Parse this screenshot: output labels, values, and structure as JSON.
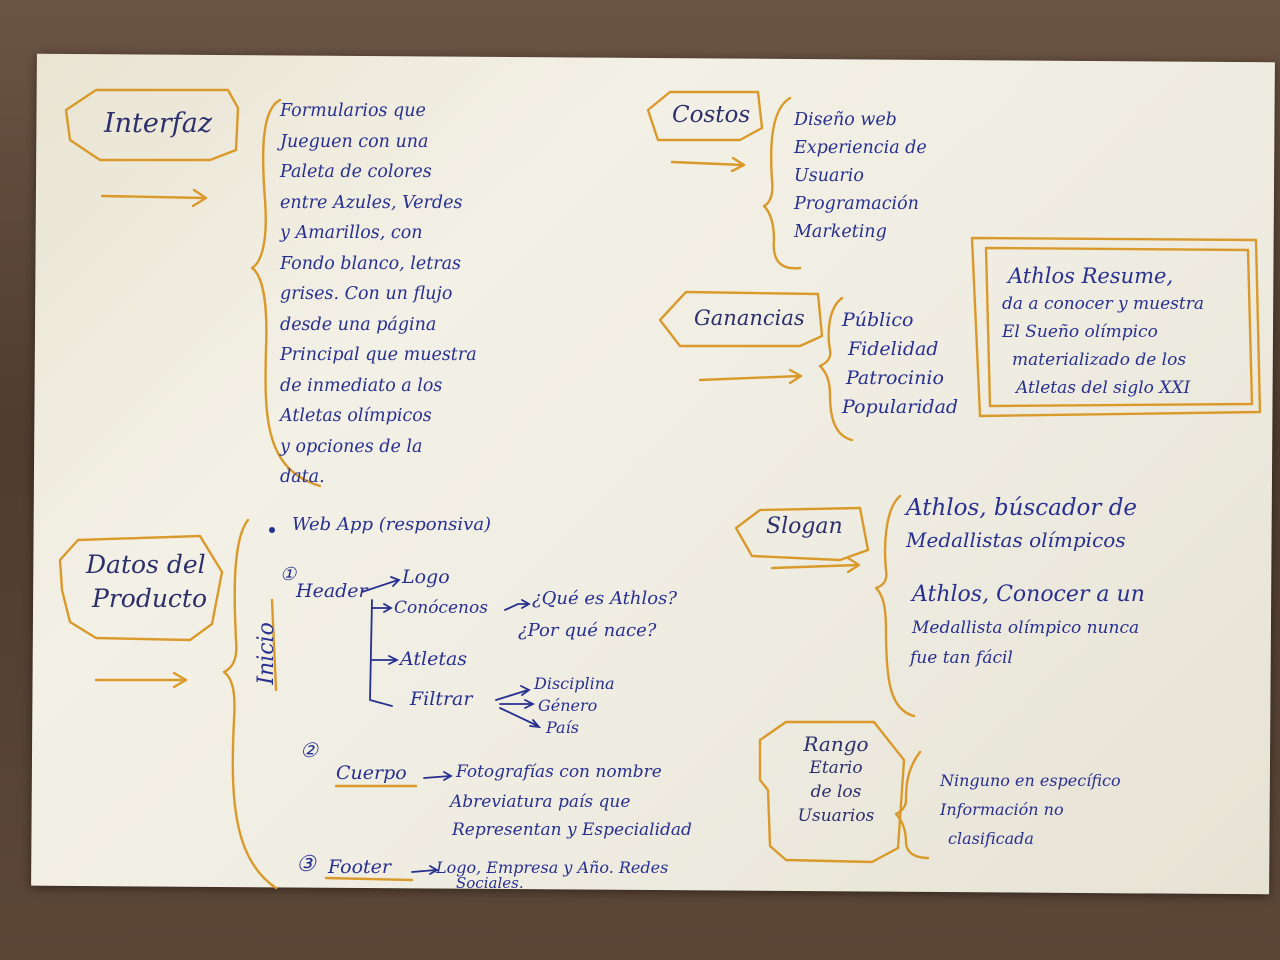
{
  "interfaz": {
    "title": "Interfaz",
    "lines": [
      "Formularios que",
      "Jueguen con una",
      "Paleta de colores",
      "entre Azules, Verdes",
      "y Amarillos, con",
      "Fondo blanco, letras",
      "grises. Con un flujo",
      "desde una página",
      "Principal que muestra",
      "de inmediato a los",
      "Atletas olímpicos",
      "y opciones de la",
      "data."
    ]
  },
  "costos": {
    "title": "Costos",
    "items": [
      "Diseño web",
      "Experiencia de",
      "Usuario",
      "Programación",
      "Marketing"
    ]
  },
  "ganancias": {
    "title": "Ganancias",
    "items": [
      "Público",
      "Fidelidad",
      "Patrocinio",
      "Popularidad"
    ]
  },
  "resumen": {
    "lines": [
      "Athlos Resume,",
      "da a conocer y muestra",
      "El Sueño olímpico",
      "materializado de los",
      "Atletas del siglo XXI"
    ]
  },
  "datos_producto": {
    "title_line1": "Datos del",
    "title_line2": "Producto",
    "bullet": "Web App (responsiva)",
    "inicio": "Inicio",
    "step1_num": "①",
    "header": "Header",
    "logo": "Logo",
    "conocenos": "Conócenos",
    "que_es": "¿Qué es Athlos?",
    "por_que": "¿Por qué nace?",
    "atletas": "Atletas",
    "filtrar": "Filtrar",
    "disciplina": "Disciplina",
    "genero": "Género",
    "pais": "País",
    "step2_num": "②",
    "cuerpo": "Cuerpo",
    "cuerpo_l1": "Fotografías con nombre",
    "cuerpo_l2": "Abreviatura país que",
    "cuerpo_l3": "Representan y Especialidad",
    "step3_num": "③",
    "footer": "Footer",
    "footer_l1": "Logo, Empresa y Año. Redes",
    "footer_l2": "Sociales."
  },
  "slogan": {
    "title": "Slogan",
    "line1": "Athlos, búscador de",
    "line2": "Medallistas olímpicos",
    "line3": "Athlos, Conocer a un",
    "line4": "Medallista olímpico nunca",
    "line5": "fue tan fácil"
  },
  "rango": {
    "title_lines": [
      "Rango",
      "Etario",
      "de los",
      "Usuarios"
    ],
    "lines": [
      "Ninguno en específico",
      "Información no",
      "clasificada"
    ]
  }
}
